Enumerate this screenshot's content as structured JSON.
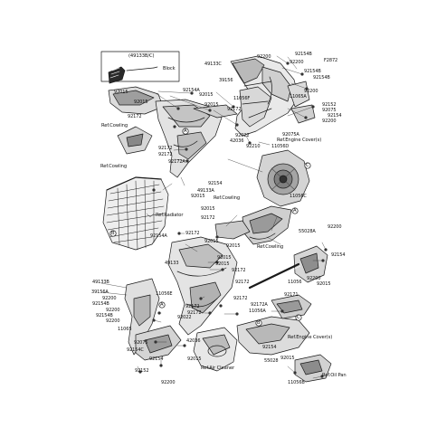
{
  "diagram_code": "F2872",
  "block_tag": "(49133B/C)",
  "block_label": "Block",
  "callouts": [
    "A",
    "B",
    "C"
  ],
  "labels": {
    "l01": "92200",
    "l02": "92154B",
    "l03": "49133C",
    "l04": "92200",
    "l05": "92154B",
    "l06": "39156",
    "l07": "92154B",
    "l08": "92200",
    "l09": "11065A",
    "l10": "92154A",
    "l11": "92015",
    "l12": "11056F",
    "l13": "92015",
    "l14": "92152",
    "l15": "92075",
    "l16": "92154",
    "l17": "92200",
    "l18": "92015",
    "l19": "92172",
    "l20": "92015",
    "l21": "92075A",
    "l22": "92022",
    "l23": "42036",
    "l24": "92210",
    "l25": "11056D",
    "l26": "92172",
    "l27": "92172",
    "l28": "92172",
    "l29": "92172A",
    "l30": "92154",
    "l31": "49133A",
    "l32": "92015",
    "l33": "11056C",
    "l34": "92015",
    "l35": "92172",
    "l36": "92172",
    "l37": "92015",
    "l38": "92154A",
    "l39": "92015",
    "l40": "92015",
    "l41": "49133",
    "l42": "92172",
    "l43": "92172",
    "l44": "55028A",
    "l45": "92200",
    "l46": "92154",
    "l47": "11056",
    "l48": "92200",
    "l49": "92015",
    "l50": "49133B",
    "l51": "39156A",
    "l52": "11056E",
    "l53": "92200",
    "l54": "92154B",
    "l55": "92200",
    "l56": "92154B",
    "l57": "92200",
    "l58": "11065",
    "l59": "92172",
    "l60": "92172",
    "l61": "92022",
    "l62": "92172",
    "l63": "92172A",
    "l64": "11056A",
    "l65": "92171",
    "l66": "92075",
    "l67": "92154C",
    "l68": "42036",
    "l69": "92154",
    "l70": "92152",
    "l71": "92154",
    "l72": "92015",
    "l73": "92200",
    "l74": "55028",
    "l75": "92015",
    "l76": "11056B",
    "l77": "92015"
  },
  "refs": {
    "r01": "Ref.Cowling",
    "r02": "Ref.Cowling",
    "r03": "Ref.Engine Cover(s)",
    "r04": "Ref.Cowling",
    "r05": "Ref.Radiator",
    "r06": "Ref.Cowling",
    "r07": "Ref.Air Cleaner",
    "r08": "Ref.Engine Cover(s)",
    "r09": "Ref.Oil Pan"
  }
}
